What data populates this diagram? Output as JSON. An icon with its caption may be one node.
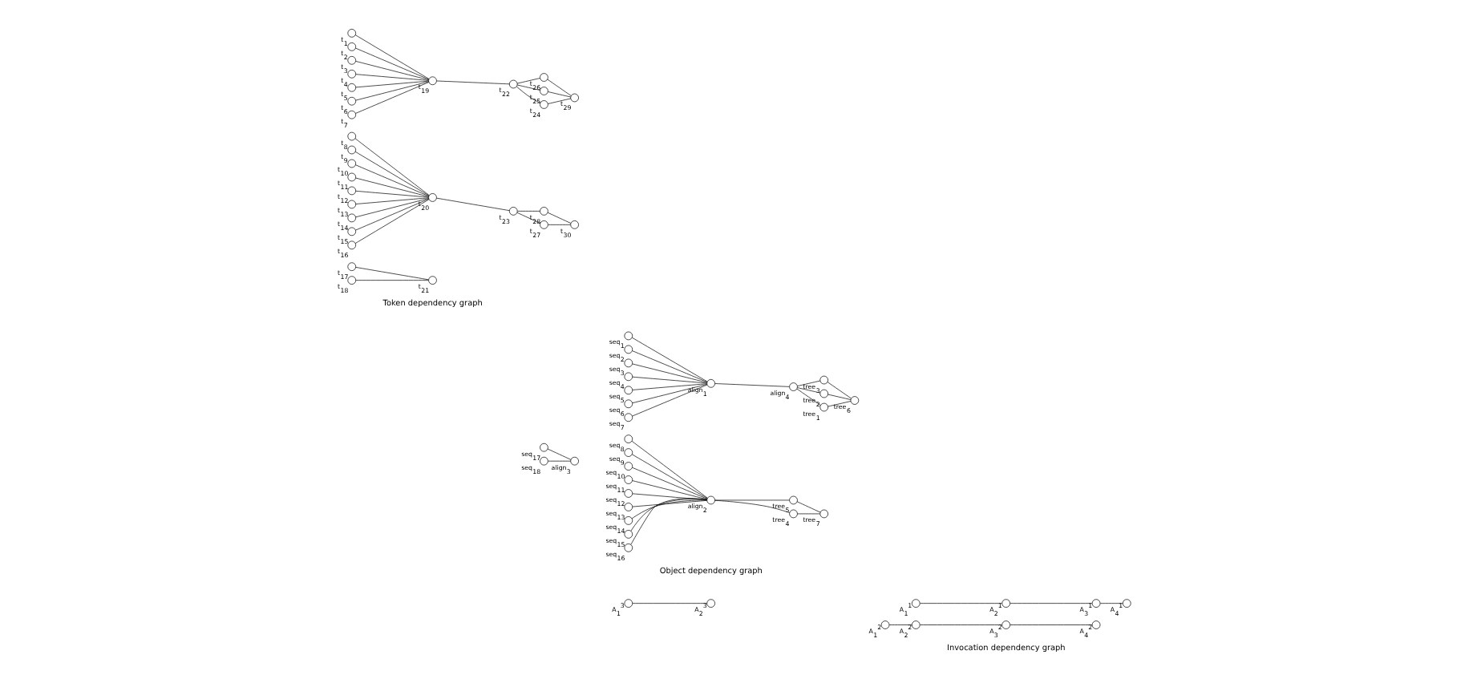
{
  "diagram": {
    "nodes": [
      {
        "text": [],
        "shape": "circle",
        "beside": [
          "t$_{1}$"
        ]
      },
      {
        "text": [],
        "shape": "circle",
        "beside": [
          "t$_{2}$"
        ]
      },
      {
        "text": [],
        "shape": "circle",
        "beside": [
          "t$_{3}$"
        ]
      },
      {
        "text": [],
        "shape": "circle",
        "beside": [
          "t$_{4}$"
        ]
      },
      {
        "text": [],
        "shape": "circle",
        "beside": [
          "t$_{5}$"
        ]
      },
      {
        "text": [],
        "shape": "circle",
        "beside": [
          "t$_{6}$"
        ]
      },
      {
        "text": [],
        "shape": "circle",
        "beside": [
          "t$_{7}$"
        ]
      },
      {
        "text": [],
        "shape": "circle",
        "beside": [
          "t$_{8}$"
        ]
      },
      {
        "text": [],
        "shape": "circle",
        "beside": [
          "t$_{9}$"
        ]
      },
      {
        "text": [],
        "shape": "circle",
        "beside": [
          "t$_{10}$"
        ]
      },
      {
        "text": [],
        "shape": "circle",
        "beside": [
          "t$_{11}$"
        ]
      },
      {
        "text": [],
        "shape": "circle",
        "beside": [
          "t$_{12}$"
        ]
      },
      {
        "text": [],
        "shape": "circle",
        "beside": [
          "t$_{13}$"
        ]
      },
      {
        "text": [],
        "shape": "circle",
        "beside": [
          "t$_{14}$"
        ]
      },
      {
        "text": [],
        "shape": "circle",
        "beside": [
          "t$_{15}$"
        ]
      },
      {
        "text": [],
        "shape": "circle",
        "beside": [
          "t$_{16}$"
        ]
      },
      {
        "text": [],
        "shape": "circle",
        "beside": [
          "t$_{17}$"
        ]
      },
      {
        "text": [],
        "shape": "circle",
        "beside": [
          "t$_{18}$"
        ]
      },
      {
        "text": [],
        "shape": "circle",
        "beside": [
          "t$_{19}$"
        ]
      },
      {
        "text": [],
        "shape": "circle",
        "beside": [
          "t$_{20}$"
        ]
      },
      {
        "text": [],
        "shape": "circle",
        "beside": [
          "t$_{21}$"
        ]
      },
      {
        "text": [],
        "shape": "circle",
        "beside": [
          "t$_{22}$"
        ]
      },
      {
        "text": [],
        "shape": "circle",
        "beside": [
          "t$_{23}$"
        ]
      },
      {
        "text": [],
        "shape": "circle",
        "beside": [
          "t$_{24}$"
        ]
      },
      {
        "text": [],
        "shape": "circle",
        "beside": [
          "t$_{25}$"
        ]
      },
      {
        "text": [],
        "shape": "circle",
        "beside": [
          "t$_{26}$"
        ]
      },
      {
        "text": [],
        "shape": "circle",
        "beside": [
          "t$_{27}$"
        ]
      },
      {
        "text": [],
        "shape": "circle",
        "beside": [
          "t$_{28}$"
        ]
      },
      {
        "text": [],
        "shape": "circle",
        "beside": [
          "t$_{29}$"
        ]
      },
      {
        "text": [],
        "shape": "circle",
        "beside": [
          "t$_{30}$"
        ]
      },
      {
        "text": [],
        "shape": "circle",
        "beside": [
          "seq$_{1}$"
        ]
      },
      {
        "text": [],
        "shape": "circle",
        "beside": [
          "seq$_{2}$"
        ]
      },
      {
        "text": [],
        "shape": "circle",
        "beside": [
          "seq$_{3}$"
        ]
      },
      {
        "text": [],
        "shape": "circle",
        "beside": [
          "seq$_{4}$"
        ]
      },
      {
        "text": [],
        "shape": "circle",
        "beside": [
          "seq$_{5}$"
        ]
      },
      {
        "text": [],
        "shape": "circle",
        "beside": [
          "seq$_{6}$"
        ]
      },
      {
        "text": [],
        "shape": "circle",
        "beside": [
          "seq$_{7}$"
        ]
      },
      {
        "text": [],
        "shape": "circle",
        "beside": [
          "seq$_{8}$"
        ]
      },
      {
        "text": [],
        "shape": "circle",
        "beside": [
          "seq$_{9}$"
        ]
      },
      {
        "text": [],
        "shape": "circle",
        "beside": [
          "seq$_{10}$"
        ]
      },
      {
        "text": [],
        "shape": "circle",
        "beside": [
          "seq$_{11}$"
        ]
      },
      {
        "text": [],
        "shape": "circle",
        "beside": [
          "seq$_{12}$"
        ]
      },
      {
        "text": [],
        "shape": "circle",
        "beside": [
          "seq$_{13}$"
        ]
      },
      {
        "text": [],
        "shape": "circle",
        "beside": [
          "seq$_{14}$"
        ]
      },
      {
        "text": [],
        "shape": "circle",
        "beside": [
          "seq$_{15}$"
        ]
      },
      {
        "text": [],
        "shape": "circle",
        "beside": [
          "seq$_{16}$"
        ]
      },
      {
        "text": [],
        "shape": "circle",
        "beside": [
          "seq$_{17}$"
        ]
      },
      {
        "text": [],
        "shape": "circle",
        "beside": [
          "seq$_{18}$"
        ]
      },
      {
        "text": [],
        "shape": "circle",
        "beside": [
          "align$_{1}$"
        ]
      },
      {
        "text": [],
        "shape": "circle",
        "beside": [
          "align$_{2}$"
        ]
      },
      {
        "text": [],
        "shape": "circle",
        "beside": [
          "align$_{3}$"
        ]
      },
      {
        "text": [],
        "shape": "circle",
        "beside": [
          "align$_{4}$"
        ]
      },
      {
        "text": [],
        "shape": "circle",
        "beside": [
          "tree$_{1}$"
        ]
      },
      {
        "text": [],
        "shape": "circle",
        "beside": [
          "tree$_{2}$"
        ]
      },
      {
        "text": [],
        "shape": "circle",
        "beside": [
          "tree$_{3}$"
        ]
      },
      {
        "text": [],
        "shape": "circle",
        "beside": [
          "tree$_{4}$"
        ]
      },
      {
        "text": [],
        "shape": "circle",
        "beside": [
          "tree$_{5}$"
        ]
      },
      {
        "text": [],
        "shape": "circle",
        "beside": [
          "tree$_{6}$"
        ]
      },
      {
        "text": [],
        "shape": "circle",
        "beside": [
          "tree$_{7}$"
        ]
      },
      {
        "text": [],
        "shape": "circle",
        "beside": [
          "A$_{1}$$^{1}$"
        ]
      },
      {
        "text": [],
        "shape": "circle",
        "beside": [
          "A$_{2}$$^{1}$"
        ]
      },
      {
        "text": [],
        "shape": "circle",
        "beside": [
          "A$_{3}$$^{1}$"
        ]
      },
      {
        "text": [],
        "shape": "circle",
        "beside": [
          "A$_{4}$$^{1}$"
        ]
      },
      {
        "text": [],
        "shape": "circle",
        "beside": [
          "A$_{1}$$^{2}$"
        ]
      },
      {
        "text": [],
        "shape": "circle",
        "beside": [
          "A$_{2}$$^{2}$"
        ]
      },
      {
        "text": [],
        "shape": "circle",
        "beside": [
          "A$_{3}$$^{2}$"
        ]
      },
      {
        "text": [],
        "shape": "circle",
        "beside": [
          "A$_{4}$$^{2}$"
        ]
      },
      {
        "text": [],
        "shape": "circle",
        "beside": [
          "A$_{1}$$^{3}$"
        ]
      },
      {
        "text": [],
        "shape": "circle",
        "beside": [
          "A$_{2}$$^{3}$"
        ]
      }
    ],
    "edges": [
      {
        "from": 0,
        "to": 18,
        "arrow": "none"
      },
      {
        "from": 1,
        "to": 18,
        "arrow": "none"
      },
      {
        "from": 2,
        "to": 18,
        "arrow": "none"
      },
      {
        "from": 3,
        "to": 18,
        "arrow": "none"
      },
      {
        "from": 4,
        "to": 18,
        "arrow": "none"
      },
      {
        "from": 5,
        "to": 18,
        "arrow": "none"
      },
      {
        "from": 6,
        "to": 18,
        "arrow": "none"
      },
      {
        "from": 18,
        "to": 21,
        "arrow": "none"
      },
      {
        "from": 21,
        "to": 23,
        "arrow": "none"
      },
      {
        "from": 21,
        "to": 24,
        "arrow": "none"
      },
      {
        "from": 21,
        "to": 25,
        "arrow": "none"
      },
      {
        "from": 23,
        "to": 28,
        "arrow": "none"
      },
      {
        "from": 24,
        "to": 28,
        "arrow": "none"
      },
      {
        "from": 25,
        "to": 28,
        "arrow": "none"
      },
      {
        "from": 7,
        "to": 19,
        "arrow": "none"
      },
      {
        "from": 8,
        "to": 19,
        "arrow": "none"
      },
      {
        "from": 9,
        "to": 19,
        "arrow": "none"
      },
      {
        "from": 10,
        "to": 19,
        "arrow": "none"
      },
      {
        "from": 11,
        "to": 19,
        "arrow": "none"
      },
      {
        "from": 12,
        "to": 19,
        "arrow": "none"
      },
      {
        "from": 13,
        "to": 19,
        "arrow": "none"
      },
      {
        "from": 14,
        "to": 19,
        "arrow": "none"
      },
      {
        "from": 15,
        "to": 19,
        "arrow": "none"
      },
      {
        "from": 19,
        "to": 22,
        "arrow": "none"
      },
      {
        "from": 22,
        "to": 26,
        "arrow": "none"
      },
      {
        "from": 22,
        "to": 27,
        "arrow": "none"
      },
      {
        "from": 26,
        "to": 29,
        "arrow": "none"
      },
      {
        "from": 27,
        "to": 29,
        "arrow": "none"
      },
      {
        "from": 16,
        "to": 20,
        "arrow": "none"
      },
      {
        "from": 17,
        "to": 20,
        "arrow": "none"
      },
      {
        "from": 30,
        "to": 48,
        "arrow": "none"
      },
      {
        "from": 31,
        "to": 48,
        "arrow": "none"
      },
      {
        "from": 32,
        "to": 48,
        "arrow": "none"
      },
      {
        "from": 33,
        "to": 48,
        "arrow": "none"
      },
      {
        "from": 34,
        "to": 48,
        "arrow": "none"
      },
      {
        "from": 35,
        "to": 48,
        "arrow": "none"
      },
      {
        "from": 36,
        "to": 48,
        "arrow": "none"
      },
      {
        "from": 48,
        "to": 51,
        "arrow": "none"
      },
      {
        "from": 51,
        "to": 52,
        "arrow": "none"
      },
      {
        "from": 51,
        "to": 53,
        "arrow": "none"
      },
      {
        "from": 51,
        "to": 54,
        "arrow": "none"
      },
      {
        "from": 52,
        "to": 57,
        "arrow": "none"
      },
      {
        "from": 53,
        "to": 57,
        "arrow": "none"
      },
      {
        "from": 54,
        "to": 57,
        "arrow": "none"
      },
      {
        "from": 37,
        "to": 49,
        "arrow": "none"
      },
      {
        "from": 38,
        "to": 49,
        "arrow": "none"
      },
      {
        "from": 39,
        "to": 49,
        "arrow": "none"
      },
      {
        "from": 40,
        "to": 49,
        "arrow": "none"
      },
      {
        "from": 41,
        "to": 49,
        "arrow": "none"
      },
      {
        "from": 42,
        "to": 49,
        "arrow": "none"
      },
      {
        "from": 43,
        "to": 49,
        "arrow": "none"
      },
      {
        "from": 44,
        "to": 49,
        "arrow": "none"
      },
      {
        "from": 45,
        "to": 49,
        "arrow": "none"
      },
      {
        "from": 49,
        "to": 55,
        "arrow": "none"
      },
      {
        "from": 49,
        "to": 56,
        "arrow": "none"
      },
      {
        "from": 55,
        "to": 58,
        "arrow": "none"
      },
      {
        "from": 56,
        "to": 58,
        "arrow": "none"
      },
      {
        "from": 46,
        "to": 50,
        "arrow": "none"
      },
      {
        "from": 47,
        "to": 50,
        "arrow": "none"
      },
      {
        "from": 59,
        "to": 60,
        "arrow": "none"
      },
      {
        "from": 60,
        "to": 61,
        "arrow": "none"
      },
      {
        "from": 61,
        "to": 62,
        "arrow": "none"
      },
      {
        "from": 63,
        "to": 64,
        "arrow": "none"
      },
      {
        "from": 64,
        "to": 65,
        "arrow": "none"
      },
      {
        "from": 65,
        "to": 66,
        "arrow": "none"
      },
      {
        "from": 67,
        "to": 68,
        "arrow": "none"
      }
    ],
    "labels": [
      "Token dependency graph",
      "Object dependency graph",
      "Invocation dependency graph"
    ]
  }
}
